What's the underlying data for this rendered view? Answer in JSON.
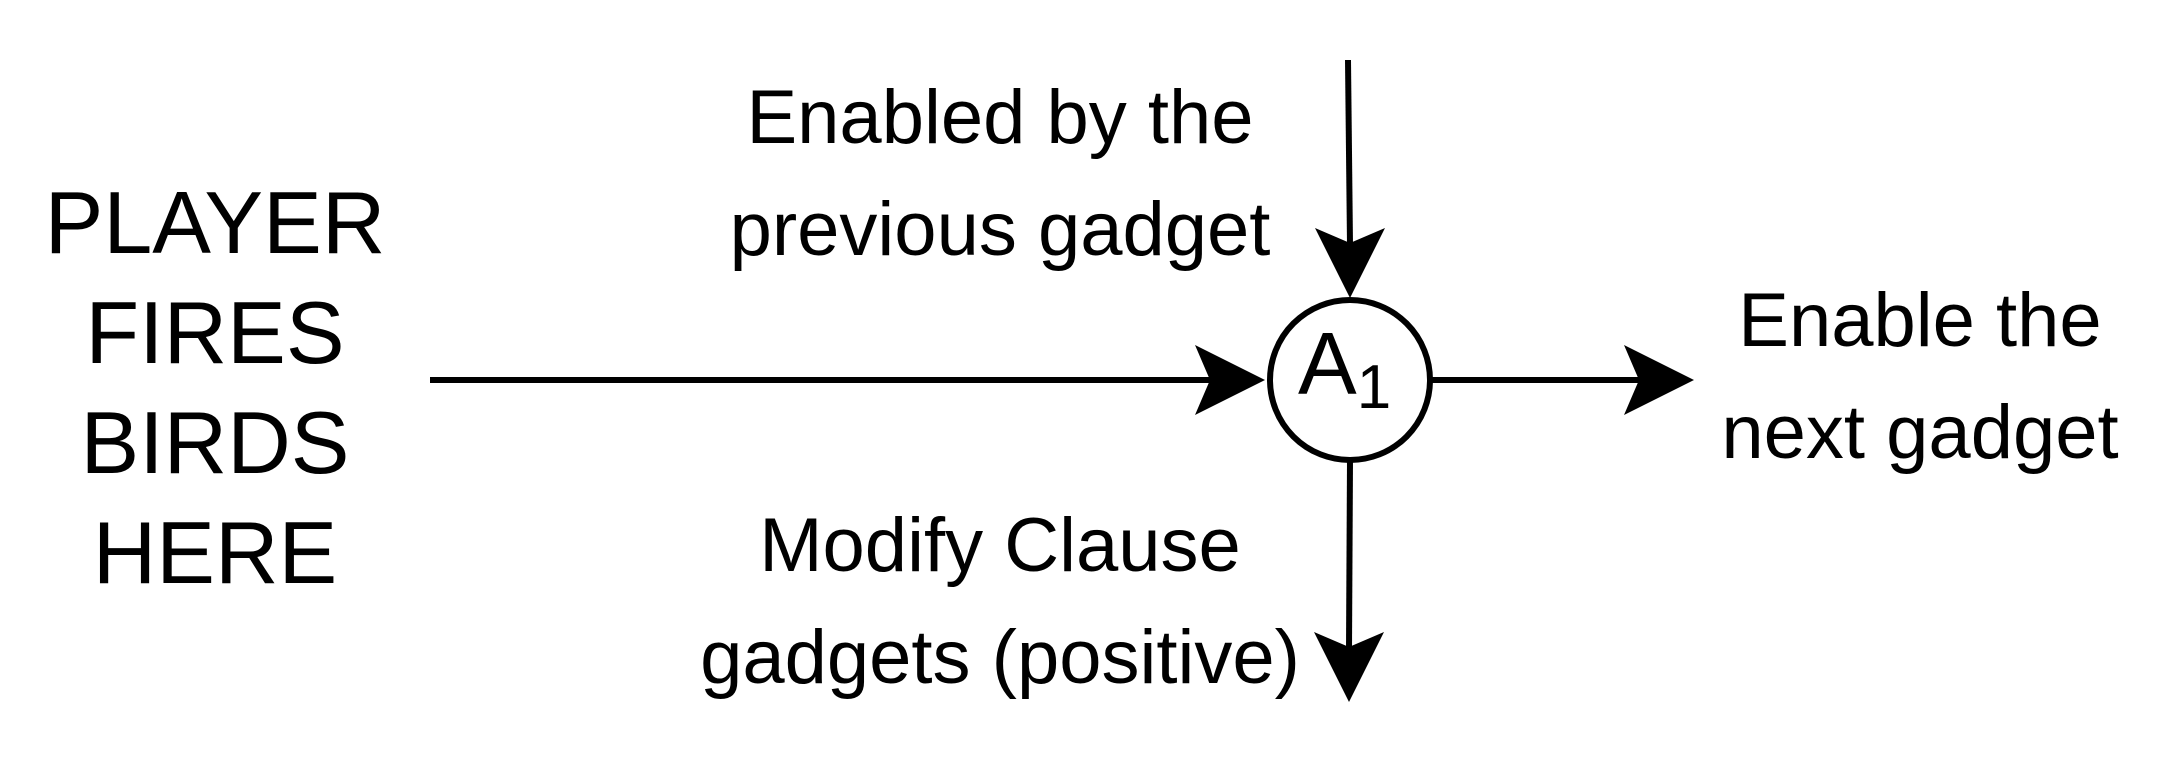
{
  "diagram": {
    "source_label_lines": [
      "PLAYER",
      "FIRES",
      "BIRDS",
      "HERE"
    ],
    "node": {
      "main": "A",
      "subscript": "1"
    },
    "input_label_lines": [
      "Enabled by the",
      "previous gadget"
    ],
    "output_label_lines": [
      "Enable the",
      "next gadget"
    ],
    "modify_label_lines": [
      "Modify Clause",
      "gadgets (positive)"
    ]
  }
}
